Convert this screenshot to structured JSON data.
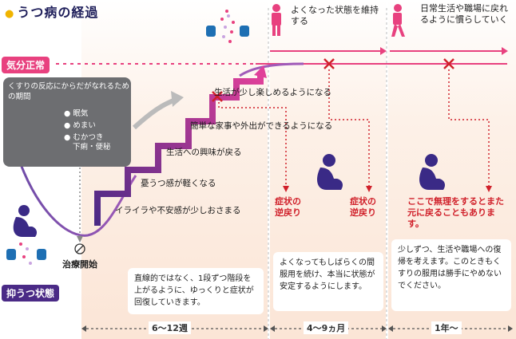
{
  "title": "うつ病の経過",
  "labels": {
    "normal": "気分正常",
    "depressed": "抑うつ状態",
    "treatment_start": "治療開始"
  },
  "gray_panel": {
    "heading": "くすりの反応にからだがなれるための期間",
    "items": [
      "眠気",
      "めまい",
      "むかつき",
      "下痢・便秘"
    ]
  },
  "steps": [
    "イライラや不安感が少しおさまる",
    "憂うつ感が軽くなる",
    "生活への興味が戻る",
    "簡単な家事や外出ができるようになる",
    "生活が少し楽しめるようになる"
  ],
  "phase_headers": {
    "maintain": "よくなった状態を維持する",
    "return": "日常生活や職場に戻れるように慣らしていく"
  },
  "relapse": [
    "症状の逆戻り",
    "症状の逆戻り"
  ],
  "warning": "ここで無理をするとまた元に戻ることもあります。",
  "boxes": {
    "phase1": "直線的ではなく、1段ずつ階段を上がるように、ゆっくりと症状が回復していきます。",
    "phase2": "よくなってもしばらくの間服用を続け、本当に状態が安定するようにします。",
    "phase3": "少しずつ、生活や職場への復帰を考えます。このときもくすりの服用は勝手にやめないでください。"
  },
  "durations": [
    "6〜12週",
    "4〜9ヵ月",
    "1年〜"
  ],
  "colors": {
    "normal_line": "#e8417f",
    "stairs_dark": "#4a2a86",
    "stairs_light": "#e0409a",
    "phase_bg": "#fbe5d6",
    "gray_panel": "#6d6e71",
    "relapse_red": "#d0202a",
    "depressed_pill": "#4a2a86"
  }
}
